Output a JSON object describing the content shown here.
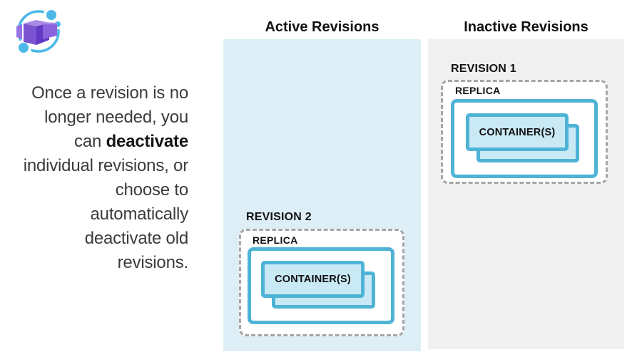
{
  "logo": {
    "name": "azure-container-apps-logo"
  },
  "intro": {
    "text_before": "Once a revision is no longer needed, you can ",
    "bold_word": "deactivate",
    "text_after": " individual revisions, or choose to automatically deactivate old revisions."
  },
  "columns": {
    "active": {
      "title": "Active Revisions",
      "panel_color": "#ddeef6"
    },
    "inactive": {
      "title": "Inactive Revisions",
      "panel_color": "#f0f0f1"
    }
  },
  "revisions": {
    "active": {
      "label": "REVISION 2",
      "replica_label": "REPLICA",
      "container_label": "CONTAINER(S)",
      "container_count": 2
    },
    "inactive": {
      "label": "REVISION 1",
      "replica_label": "REPLICA",
      "container_label": "CONTAINER(S)",
      "container_count": 2
    }
  },
  "colors": {
    "teal_border": "#4fb3d6",
    "container_fill": "#c9e9f5",
    "dashed_border": "#a6a6a6",
    "panel_active": "#ddeef6",
    "panel_inactive": "#f0f0f1",
    "logo_purple": "#7b53d1",
    "logo_blue": "#4cb9e8",
    "body_text": "#3b3b3b"
  }
}
